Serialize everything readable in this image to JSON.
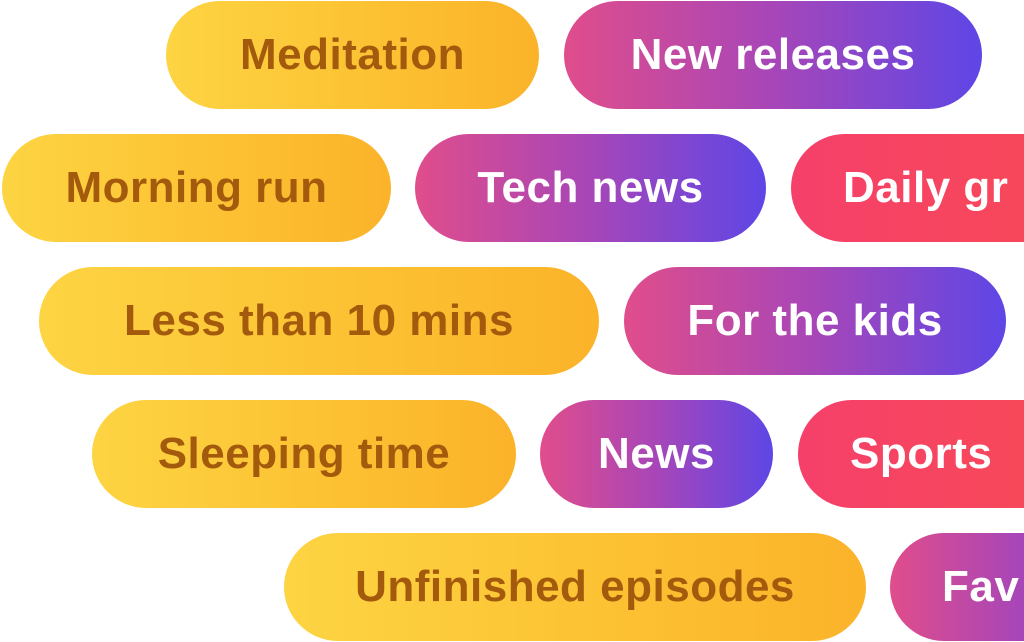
{
  "chips": {
    "row1": [
      {
        "label": "Meditation"
      },
      {
        "label": "New releases"
      }
    ],
    "row2": [
      {
        "label": "Morning run"
      },
      {
        "label": "Tech news"
      },
      {
        "label": "Daily gr"
      }
    ],
    "row3": [
      {
        "label": "Less than 10 mins"
      },
      {
        "label": "For the kids"
      }
    ],
    "row4": [
      {
        "label": "Sleeping time"
      },
      {
        "label": "News"
      },
      {
        "label": "Sports"
      }
    ],
    "row5": [
      {
        "label": "Unfinished episodes"
      },
      {
        "label": "Fav"
      }
    ]
  },
  "colors": {
    "yellow_start": "#fdd443",
    "yellow_end": "#fbb32a",
    "yellow_text": "#a35a0c",
    "purple_start": "#e04d8b",
    "purple_end": "#5e46e6",
    "red_start": "#f5406a",
    "red_end": "#f84a56"
  }
}
